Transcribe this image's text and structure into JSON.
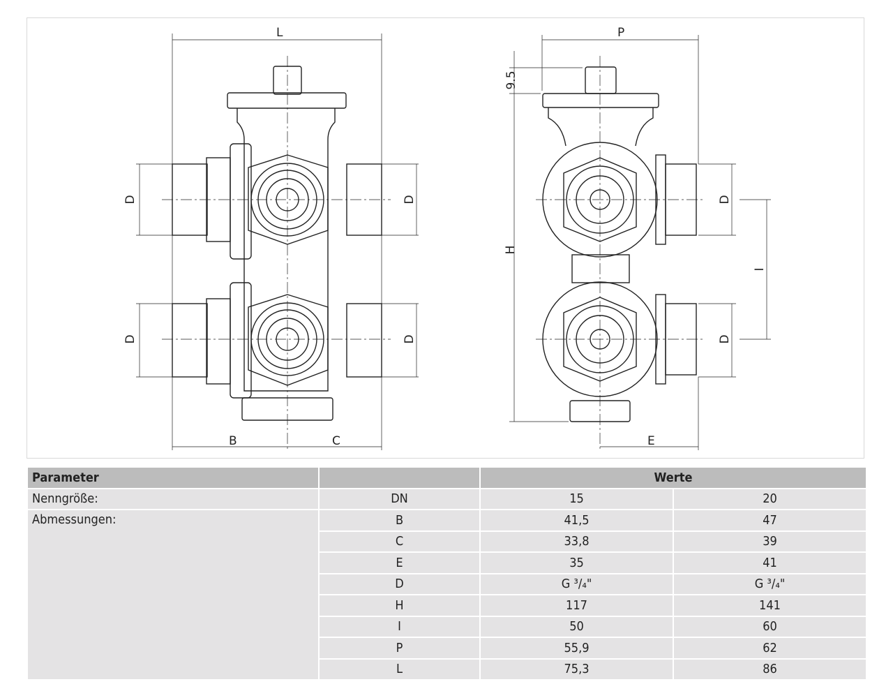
{
  "drawing": {
    "front_view_labels": {
      "L": "L",
      "D": "D",
      "B": "B",
      "C": "C"
    },
    "side_view_labels": {
      "P": "P",
      "dim_9_5": "9.5",
      "H": "H",
      "I": "I",
      "D": "D",
      "E": "E"
    }
  },
  "table": {
    "headers": [
      "Parameter",
      "",
      "Werte"
    ],
    "rows": [
      {
        "param": "Nenngröße:",
        "symbol": "DN",
        "v15": "15",
        "v20": "20"
      },
      {
        "param": "Abmessungen:",
        "symbol": "B",
        "v15": "41,5",
        "v20": "47"
      },
      {
        "symbol": "C",
        "v15": "33,8",
        "v20": "39"
      },
      {
        "symbol": "E",
        "v15": "35",
        "v20": "41"
      },
      {
        "symbol": "D",
        "v15": "G ³/₄\"",
        "v20": "G ³/₄\""
      },
      {
        "symbol": "H",
        "v15": "117",
        "v20": "141"
      },
      {
        "symbol": "I",
        "v15": "50",
        "v20": "60"
      },
      {
        "symbol": "P",
        "v15": "55,9",
        "v20": "62"
      },
      {
        "symbol": "L",
        "v15": "75,3",
        "v20": "86"
      }
    ]
  }
}
